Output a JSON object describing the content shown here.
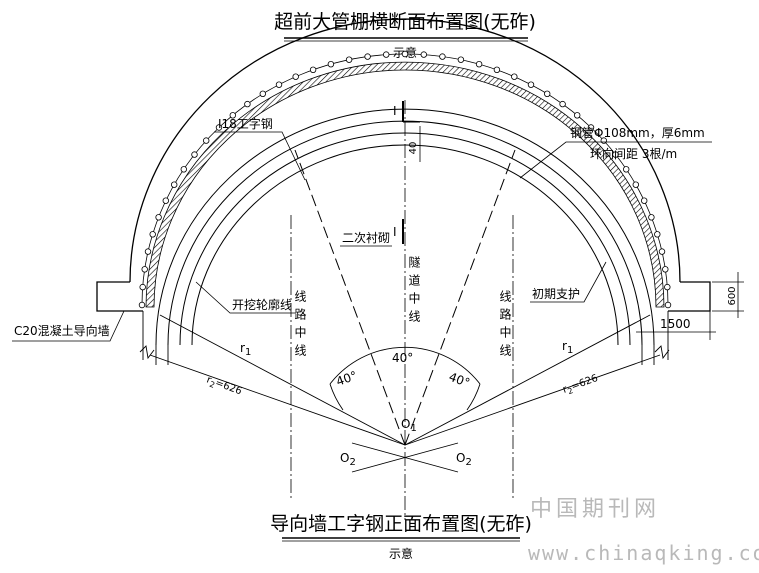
{
  "top_title": "超前大管棚横断面布置图(无砟)",
  "top_subtitle": "示意",
  "bottom_title": "导向墙工字钢正面布置图(无砟)",
  "bottom_subtitle": "示意",
  "labels": {
    "section_mark": "I",
    "i18": "I18工字钢",
    "dim_40": "40",
    "pipe_line1": "钢管Φ108mm，厚6mm",
    "pipe_line2": "环向间距 3根/m",
    "secondary_lining": "二次衬砌",
    "excavation": "开挖轮廓线",
    "route_left": "线路中线",
    "tunnel_center": "隧道中线",
    "route_right": "线路中线",
    "initial_support": "初期支护",
    "dim_600": "600",
    "dim_1500": "1500",
    "guide_wall": "C20混凝土导向墙",
    "r1": "r",
    "r1_sub": "1",
    "r2": "r",
    "r2_sub": "2",
    "r2_val": "=626",
    "angle_center": "40°",
    "angle_left": "40°",
    "angle_right": "40°",
    "o1": "O",
    "o1_sub": "1",
    "o2": "O",
    "o2_sub": "2"
  },
  "watermark": {
    "cn": "中国期刊网",
    "url": "www.chinaqking.com"
  }
}
